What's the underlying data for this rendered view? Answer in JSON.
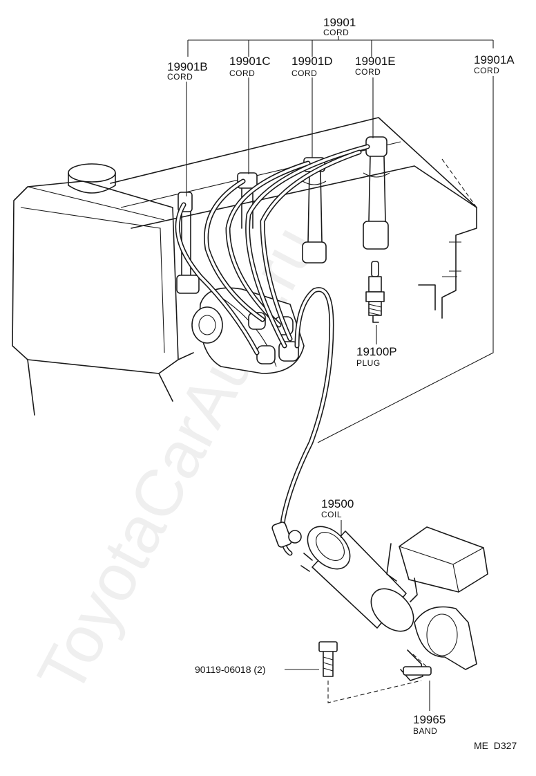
{
  "labels": {
    "cord_main": {
      "number": "19901",
      "name": "CORD"
    },
    "cord_b": {
      "number": "19901B",
      "name": "CORD"
    },
    "cord_c": {
      "number": "19901C",
      "name": "CORD"
    },
    "cord_d": {
      "number": "19901D",
      "name": "CORD"
    },
    "cord_e": {
      "number": "19901E",
      "name": "CORD"
    },
    "cord_a": {
      "number": "19901A",
      "name": "CORD"
    },
    "plug": {
      "number": "19100P",
      "name": "PLUG"
    },
    "coil": {
      "number": "19500",
      "name": "COIL"
    },
    "bolt": {
      "number": "90119-06018 (2)"
    },
    "band": {
      "number": "19965",
      "name": "BAND"
    }
  },
  "reference_code": "ME  D327",
  "watermark": "ToyotaCarAuto.ru"
}
